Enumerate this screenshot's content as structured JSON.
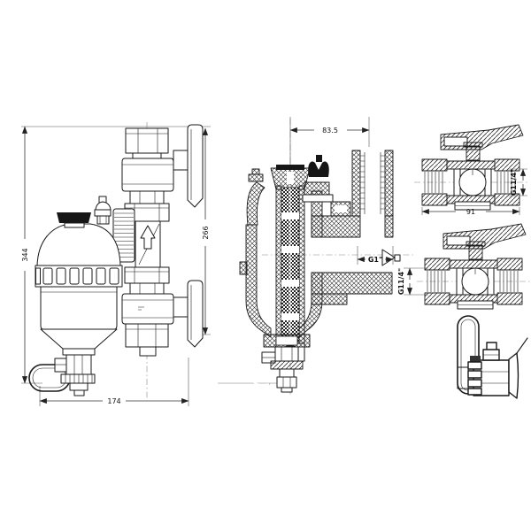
{
  "colors": {
    "ink": "#1a1a1a",
    "background": "#ffffff",
    "dim_line": "#333333",
    "magnet_cap": "#161616"
  },
  "dimensions": {
    "assembly": {
      "total_height": "344",
      "valve_column_height": "266",
      "overall_width": "174"
    },
    "section": {
      "center_to_port": "83.5",
      "port_thread": "G1\""
    },
    "valve_top": {
      "overall_length": "91",
      "thread": "G11/4\""
    },
    "valve_bottom": {
      "thread": "G11/4\""
    }
  }
}
